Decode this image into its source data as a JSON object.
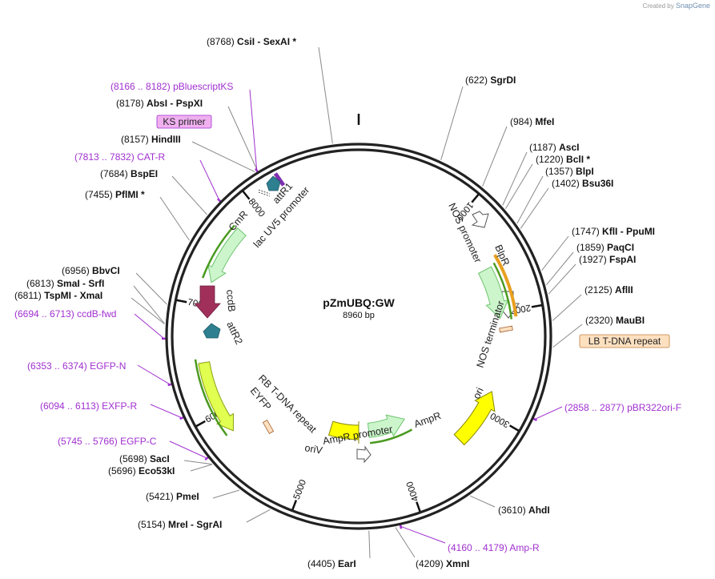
{
  "credit": {
    "prefix": "Created by",
    "brand": "SnapGene"
  },
  "plasmid": {
    "name": "pZmUBQ:GW",
    "length": "8960 bp"
  },
  "ticks": [
    "1000",
    "2000",
    "3000",
    "4000",
    "5000",
    "6000",
    "7000",
    "8000"
  ],
  "sites": [
    {
      "pos": "(8768)",
      "name": "CsiI  -  SexAI *"
    },
    {
      "pos": "(622)",
      "name": "SgrDI"
    },
    {
      "pos": "(984)",
      "name": "MfeI"
    },
    {
      "pos": "(1187)",
      "name": "AscI"
    },
    {
      "pos": "(1220)",
      "name": "BclI *"
    },
    {
      "pos": "(1357)",
      "name": "BlpI"
    },
    {
      "pos": "(1402)",
      "name": "Bsu36I"
    },
    {
      "pos": "(1747)",
      "name": "KflI  -  PpuMI"
    },
    {
      "pos": "(1859)",
      "name": "PaqCI"
    },
    {
      "pos": "(1927)",
      "name": "FspAI"
    },
    {
      "pos": "(2125)",
      "name": "AflII"
    },
    {
      "pos": "(2320)",
      "name": "MauBI"
    },
    {
      "pos": "(3610)",
      "name": "AhdI"
    },
    {
      "pos": "(4209)",
      "name": "XmnI"
    },
    {
      "pos": "(4405)",
      "name": "EarI"
    },
    {
      "pos": "(5154)",
      "name": "MreI  -  SgrAI"
    },
    {
      "pos": "(5421)",
      "name": "PmeI"
    },
    {
      "pos": "(5696)",
      "name": "Eco53kI"
    },
    {
      "pos": "(5698)",
      "name": "SacI"
    },
    {
      "pos": "(6811)",
      "name": "TspMI  -  XmaI"
    },
    {
      "pos": "(6813)",
      "name": "SmaI  -  SrfI"
    },
    {
      "pos": "(6956)",
      "name": "BbvCI"
    },
    {
      "pos": "(7455)",
      "name": "PflMI *"
    },
    {
      "pos": "(7684)",
      "name": "BspEI"
    },
    {
      "pos": "(8157)",
      "name": "HindIII"
    },
    {
      "pos": "(8178)",
      "name": "AbsI  -  PspXI"
    }
  ],
  "primers": [
    {
      "pos": "(8166 .. 8182)",
      "name": "pBluescriptKS"
    },
    {
      "pos": "(7813 .. 7832)",
      "name": "CAT-R"
    },
    {
      "pos": "(6694 .. 6713)",
      "name": "ccdB-fwd"
    },
    {
      "pos": "(6353 .. 6374)",
      "name": "EGFP-N"
    },
    {
      "pos": "(6094 .. 6113)",
      "name": "EXFP-R"
    },
    {
      "pos": "(5745 .. 5766)",
      "name": "EGFP-C"
    },
    {
      "pos": "(4160 .. 4179)",
      "name": "Amp-R"
    },
    {
      "pos": "(2858 .. 2877)",
      "name": "pBR322ori-F"
    }
  ],
  "boxed": {
    "ks_primer": "KS primer",
    "lb_repeat": "LB T-DNA repeat"
  },
  "features": {
    "attR1": "attR1",
    "lacuv5": "lac UV5 promoter",
    "cmr": "CmR",
    "ccdb": "ccdB",
    "attR2": "attR2",
    "rb": "RB T-DNA repeat",
    "eyfp": "EYFP",
    "oriv": "oriV",
    "ampr_prom": "AmpR promoter",
    "ampr": "AmpR",
    "ori": "ori",
    "nos_term": "NOS terminator",
    "nos_prom": "NOS promoter",
    "blpr": "BlpR"
  },
  "colors": {
    "backbone": "#222222",
    "site_line": "#8a8a8a",
    "primer": "#a030d0",
    "ks_box": "#f0b0f0",
    "lb_box": "#fde0c0",
    "lb_border": "#c08040",
    "green_fill": "#ccf5cc",
    "green_stroke": "#6fc46f",
    "green_bar": "#4a9a20",
    "yellow": "#ffff00",
    "yellow_green": "#e0ff50",
    "teal": "#2e8090",
    "maroon": "#a0305a",
    "orange": "#e8a020",
    "purple_bar": "#8030b0"
  }
}
